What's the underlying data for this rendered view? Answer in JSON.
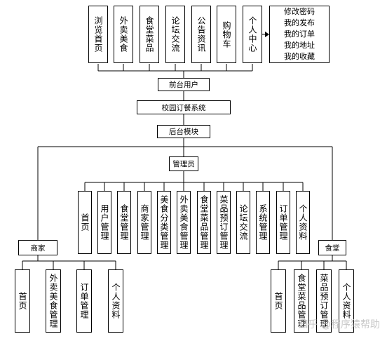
{
  "front": {
    "items": [
      "浏览首页",
      "外卖美食",
      "食堂菜品",
      "论坛交流",
      "公告资讯",
      "购物车",
      "个人中心"
    ],
    "sub": "修改密码\n我的发布\n我的订单\n我的地址\n我的收藏"
  },
  "front_user": "前台用户",
  "system": "校园订餐系统",
  "backend": "后台模块",
  "admin": {
    "label": "管理员",
    "items": [
      "首页",
      "用户管理",
      "食堂管理",
      "商家管理",
      "美食分类管理",
      "外卖美食管理",
      "食堂菜品管理",
      "菜品预订管理",
      "论坛交流",
      "系统管理",
      "订单管理",
      "个人资料"
    ]
  },
  "merchant": {
    "label": "商家",
    "items": [
      "首页",
      "外卖美食管理",
      "订单管理",
      "个人资料"
    ]
  },
  "canteen": {
    "label": "食堂",
    "items": [
      "首页",
      "食堂菜品管理",
      "菜品预订管理",
      "个人资料"
    ]
  },
  "watermark": "知乎 @程序猿帮助"
}
